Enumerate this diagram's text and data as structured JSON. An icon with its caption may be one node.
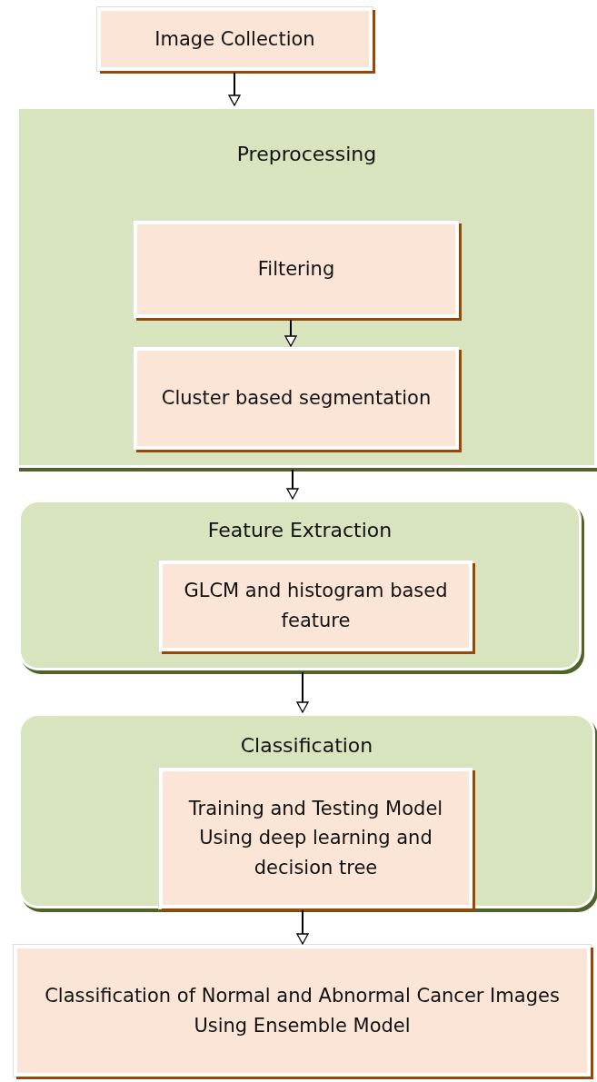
{
  "diagram": {
    "nodes": [
      {
        "text": [
          "Image Collection"
        ]
      },
      {
        "text": [
          "Preprocessing"
        ]
      },
      {
        "text": [
          "Filtering"
        ],
        "in": 1
      },
      {
        "text": [
          "Cluster based segmentation"
        ],
        "in": 1
      },
      {
        "text": [
          "Feature Extraction"
        ]
      },
      {
        "text": [
          "GLCM and histogram based feature"
        ],
        "in": 4
      },
      {
        "text": [
          "Classification"
        ]
      },
      {
        "text": [
          "Training and Testing Model Using deep learning and decision tree"
        ],
        "in": 6
      },
      {
        "text": [
          "Classification of Normal and Abnormal Cancer Images Using Ensemble Model"
        ]
      }
    ],
    "edges": [
      {
        "from": 0,
        "to": 1,
        "arrow": "to"
      },
      {
        "from": 2,
        "to": 3,
        "arrow": "to"
      },
      {
        "from": 1,
        "to": 4,
        "arrow": "to"
      },
      {
        "from": 4,
        "to": 6,
        "arrow": "to"
      },
      {
        "from": 6,
        "to": 8,
        "arrow": "to"
      }
    ]
  }
}
